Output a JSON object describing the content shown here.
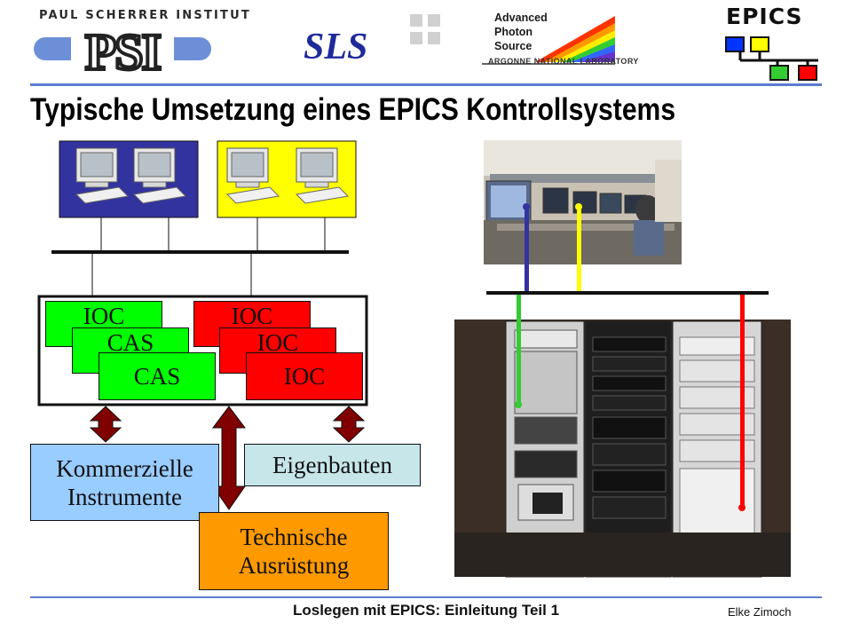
{
  "header": {
    "psi_text": "PAUL SCHERRER INSTITUT",
    "psi_mark": "PSI",
    "sls_mark": "SLS",
    "aps_line1": "Advanced",
    "aps_line2": "Photon",
    "aps_line3": "Source",
    "aps_sub": "ARGONNE NATIONAL LABORATORY",
    "epics_text": "EPICS"
  },
  "title": "Typische Umsetzung eines EPICS Kontrollsystems",
  "diagram": {
    "ioc_label": "IOC",
    "cas_label": "CAS",
    "commercial_line1": "Kommerzielle",
    "commercial_line2": "Instrumente",
    "custom": "Eigenbauten",
    "technical_line1": "Technische",
    "technical_line2": "Ausrüstung"
  },
  "footer": {
    "center": "Loslegen mit EPICS: Einleitung Teil 1",
    "right": "Elke Zimoch"
  },
  "colors": {
    "rule": "#5a7bd0",
    "blue_panel": "#3333a0",
    "yellow_panel": "#ffff00",
    "ioc": "#ff0000",
    "cas": "#00ff00",
    "commercial": "#99ccff",
    "custom": "#c6e6ea",
    "technical": "#ff9900",
    "arrow": "#800000"
  }
}
